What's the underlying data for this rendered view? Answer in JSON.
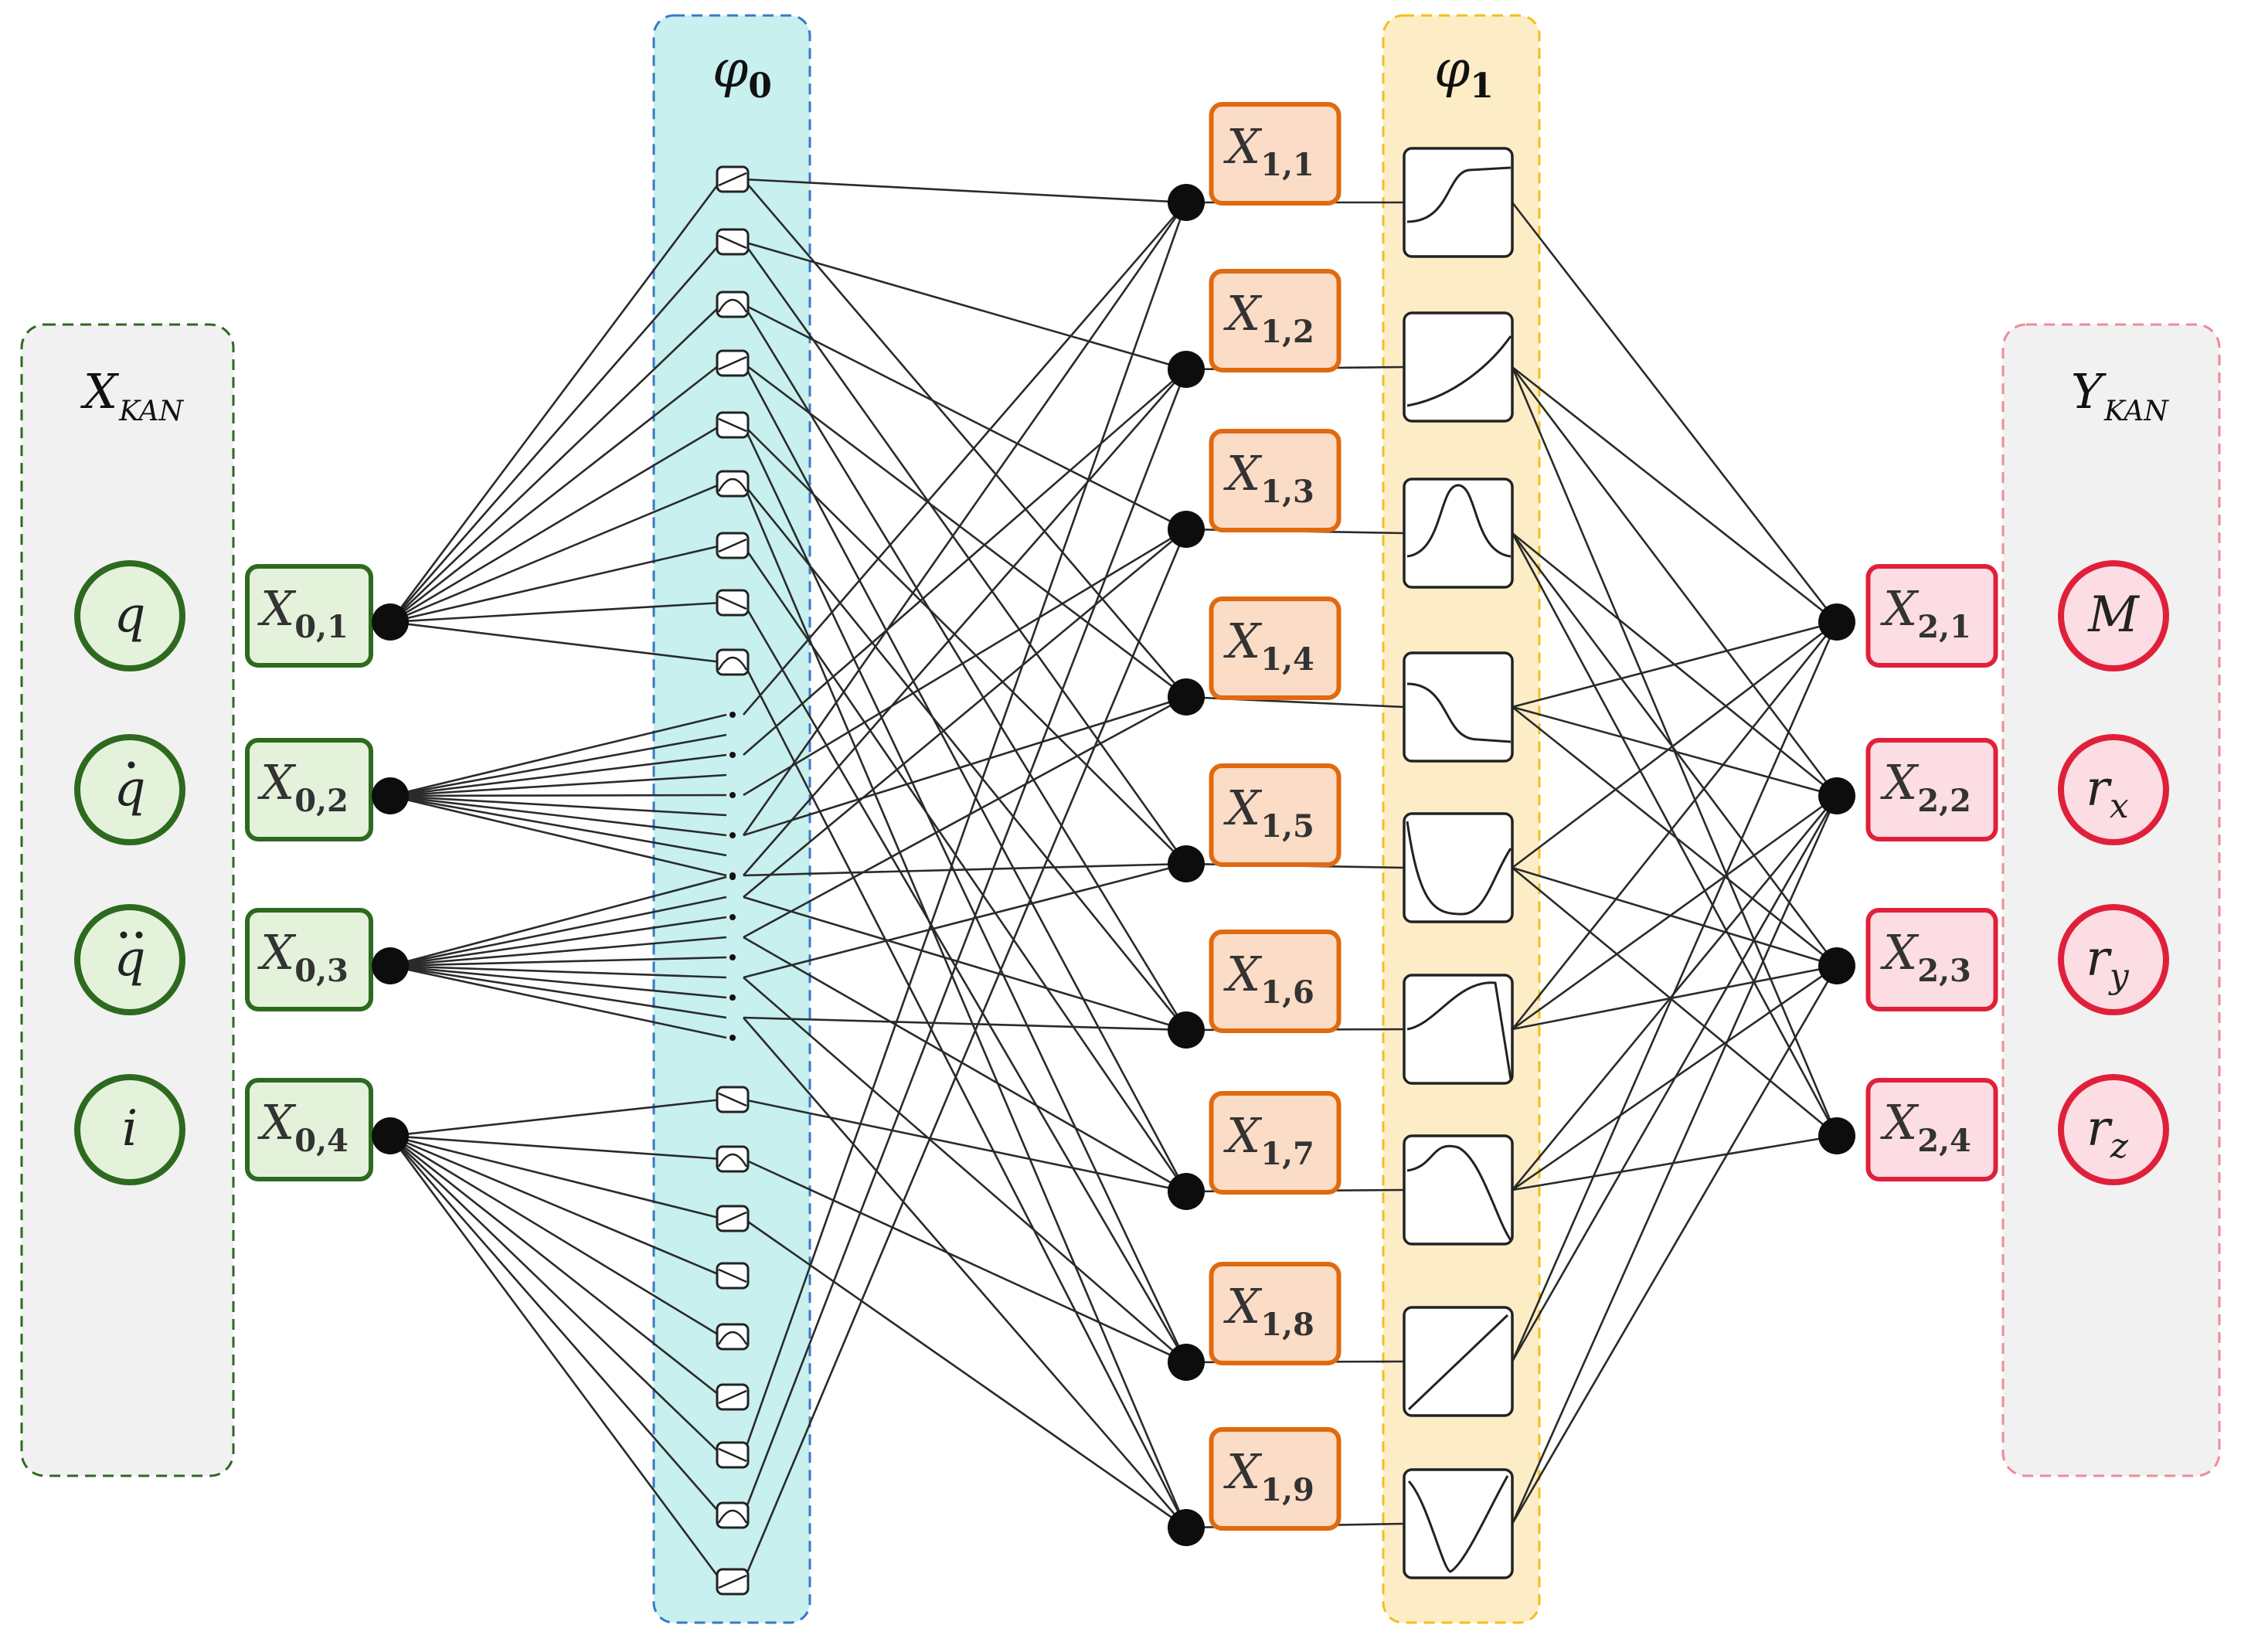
{
  "colors": {
    "input_stroke": "#2d6a1f",
    "input_fill": "#e4f2dc",
    "hidden_stroke": "#e06a10",
    "hidden_fill": "#fbdcc6",
    "output_stroke": "#e0203a",
    "output_fill": "#fbdde3",
    "phi0_stroke": "#3a78c4",
    "phi0_fill": "#c7f0ee",
    "phi1_stroke": "#f2c01a",
    "phi1_fill": "#fdedc7",
    "panel_fill": "#f1f1f1",
    "edge": "#2a2a2a"
  },
  "input_panel": {
    "label_main": "X",
    "label_sub": "KAN",
    "variables": [
      {
        "base": "q",
        "accent": ""
      },
      {
        "base": "q",
        "accent": "dot"
      },
      {
        "base": "q",
        "accent": "ddot"
      },
      {
        "base": "i",
        "accent": ""
      }
    ]
  },
  "input_layer": [
    {
      "main": "X",
      "sub": "0,1"
    },
    {
      "main": "X",
      "sub": "0,2"
    },
    {
      "main": "X",
      "sub": "0,3"
    },
    {
      "main": "X",
      "sub": "0,4"
    }
  ],
  "phi0": {
    "main": "φ",
    "sub": "0"
  },
  "phi1": {
    "main": "φ",
    "sub": "1"
  },
  "hidden_layer": [
    {
      "main": "X",
      "sub": "1,1"
    },
    {
      "main": "X",
      "sub": "1,2"
    },
    {
      "main": "X",
      "sub": "1,3"
    },
    {
      "main": "X",
      "sub": "1,4"
    },
    {
      "main": "X",
      "sub": "1,5"
    },
    {
      "main": "X",
      "sub": "1,6"
    },
    {
      "main": "X",
      "sub": "1,7"
    },
    {
      "main": "X",
      "sub": "1,8"
    },
    {
      "main": "X",
      "sub": "1,9"
    }
  ],
  "phi1_curves": [
    "sigmoid-up",
    "rising",
    "bell",
    "sigmoid-down",
    "dip",
    "rise-drop",
    "peak",
    "linear",
    "v-shape"
  ],
  "output_layer": [
    {
      "main": "X",
      "sub": "2,1"
    },
    {
      "main": "X",
      "sub": "2,2"
    },
    {
      "main": "X",
      "sub": "2,3"
    },
    {
      "main": "X",
      "sub": "2,4"
    }
  ],
  "output_panel": {
    "label_main": "Y",
    "label_sub": "KAN",
    "variables": [
      {
        "base": "M",
        "sub": ""
      },
      {
        "base": "r",
        "sub": "x"
      },
      {
        "base": "r",
        "sub": "y"
      },
      {
        "base": "r",
        "sub": "z"
      }
    ]
  }
}
